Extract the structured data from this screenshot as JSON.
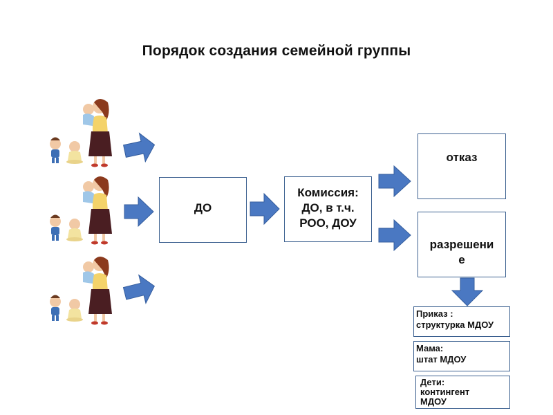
{
  "title": "Порядок создания семейной группы",
  "nodes": {
    "do": "ДО",
    "commission": [
      "Комиссия:",
      "ДО, в т.ч.",
      "РОО, ДОУ"
    ],
    "refusal": "отказ",
    "permission": [
      "разрешени",
      "е"
    ]
  },
  "results": {
    "order": [
      "Приказ :",
      "структурка МДОУ"
    ],
    "mother": [
      "Мама:",
      "штат МДОУ"
    ],
    "children": [
      "Дети:",
      "контингент",
      "МДОУ"
    ]
  },
  "colors": {
    "arrow": "#4a78c2",
    "arrow_stroke": "#355e9e",
    "box_border": "#3a5f8f"
  },
  "icons": [
    "family-icon",
    "family-icon",
    "family-icon"
  ]
}
